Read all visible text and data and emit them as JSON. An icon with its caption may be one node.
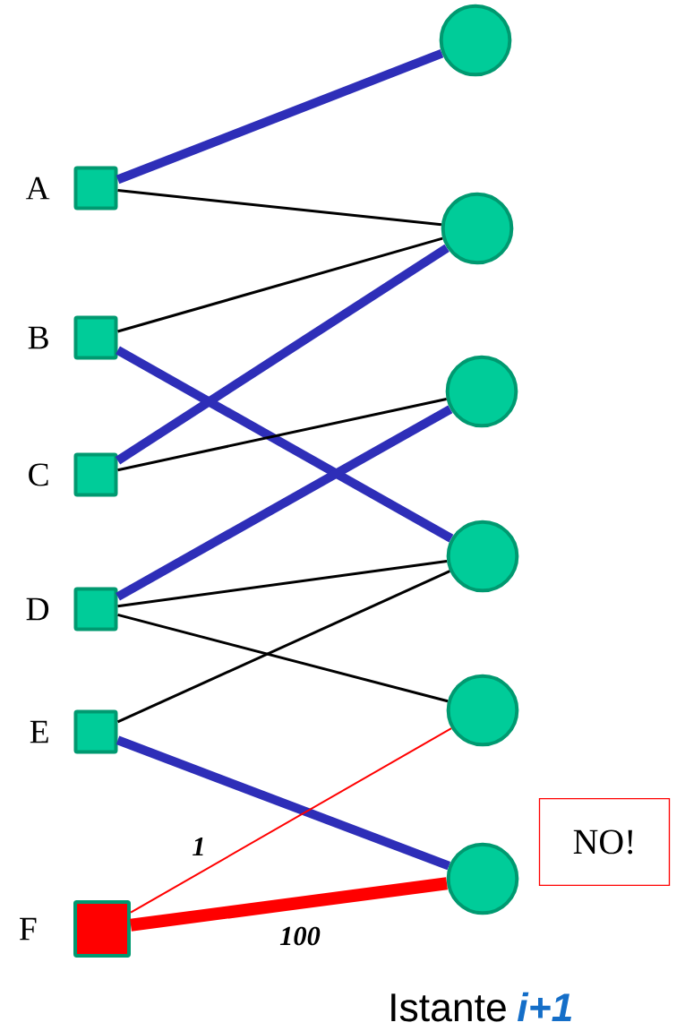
{
  "diagram": {
    "nodes": [
      {
        "text": [
          "A"
        ]
      },
      {
        "text": [
          "B"
        ]
      },
      {
        "text": [
          "C"
        ]
      },
      {
        "text": [
          "D"
        ]
      },
      {
        "text": [
          "E"
        ]
      },
      {
        "text": [
          "F"
        ]
      },
      {
        "text": [],
        "shape": "circle"
      },
      {
        "text": [],
        "shape": "circle"
      },
      {
        "text": [],
        "shape": "circle"
      },
      {
        "text": [],
        "shape": "circle"
      },
      {
        "text": [],
        "shape": "circle"
      },
      {
        "text": [],
        "shape": "circle"
      },
      {
        "text": [
          "NO!"
        ]
      }
    ],
    "edges": [
      {
        "from": 0,
        "to": 6,
        "arrow": "none",
        "style": "thick",
        "color": "#2e2eb8"
      },
      {
        "from": 0,
        "to": 7,
        "arrow": "none"
      },
      {
        "from": 1,
        "to": 7,
        "arrow": "none"
      },
      {
        "from": 1,
        "to": 9,
        "arrow": "none",
        "style": "thick",
        "color": "#2e2eb8"
      },
      {
        "from": 2,
        "to": 7,
        "arrow": "none",
        "style": "thick",
        "color": "#2e2eb8"
      },
      {
        "from": 2,
        "to": 8,
        "arrow": "none"
      },
      {
        "from": 3,
        "to": 8,
        "arrow": "none",
        "style": "thick",
        "color": "#2e2eb8"
      },
      {
        "from": 3,
        "to": 9,
        "arrow": "none"
      },
      {
        "from": 3,
        "to": 10,
        "arrow": "none"
      },
      {
        "from": 4,
        "to": 9,
        "arrow": "none"
      },
      {
        "from": 4,
        "to": 11,
        "arrow": "none",
        "style": "thick",
        "color": "#2e2eb8"
      },
      {
        "from": 5,
        "to": 10,
        "arrow": "none",
        "label": "1",
        "color": "#ff0000"
      },
      {
        "from": 5,
        "to": 11,
        "arrow": "none",
        "label": "100",
        "style": "thick",
        "color": "#ff0000"
      }
    ],
    "labels": [
      "Istante",
      "i+1"
    ]
  }
}
